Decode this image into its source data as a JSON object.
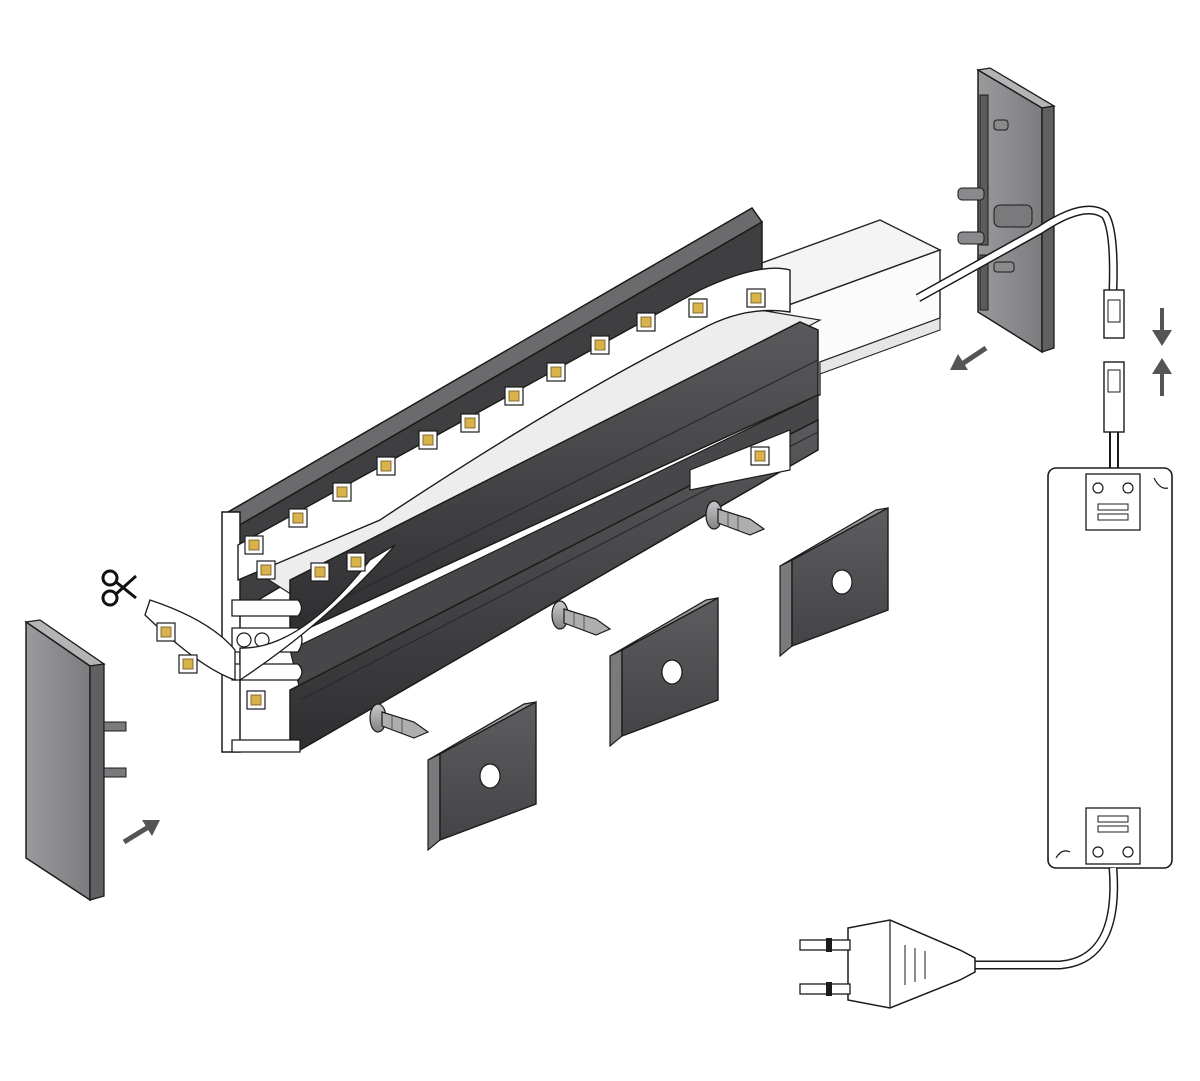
{
  "diagram": {
    "parts": [
      {
        "id": "aluminium-profile",
        "kind": "profile"
      },
      {
        "id": "led-strip",
        "kind": "strip"
      },
      {
        "id": "diffuser-cover",
        "kind": "cover"
      },
      {
        "id": "end-cap-left",
        "kind": "end-cap"
      },
      {
        "id": "end-cap-right-with-cable",
        "kind": "end-cap"
      },
      {
        "id": "mounting-clip",
        "kind": "clip",
        "count": 3
      },
      {
        "id": "screw",
        "kind": "screw",
        "count": 3
      },
      {
        "id": "connector-pair",
        "kind": "connector"
      },
      {
        "id": "power-supply",
        "kind": "driver"
      },
      {
        "id": "mains-plug",
        "kind": "plug"
      }
    ],
    "symbols": {
      "cut": "scissors-icon",
      "insert": "arrow-icon",
      "join": "press-arrows-icon"
    },
    "colors": {
      "profile_dark": "#3b3b3d",
      "profile_mid": "#505053",
      "metal": "#6a6a6d",
      "strip_pcb": "#ffffff",
      "led_chip": "#d9b24a",
      "line": "#1f1f1f",
      "cap_gray": "#8e8e91",
      "background": "#ffffff"
    }
  }
}
